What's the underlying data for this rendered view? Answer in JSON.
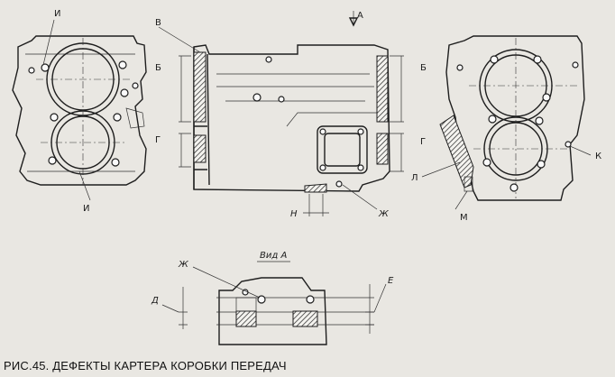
{
  "caption": "РИС.45. ДЕФЕКТЫ КАРТЕРА КОРОБКИ ПЕРЕДАЧ",
  "labels": {
    "i_top": "И",
    "i_bottom": "И",
    "v": "В",
    "a": "А",
    "b_left": "Б",
    "g_left": "Г",
    "b_right": "Б",
    "g_right": "Г",
    "n": "Н",
    "zh_main": "Ж",
    "l": "Л",
    "m": "М",
    "k": "К",
    "view_a": "Вид А",
    "zh_view": "Ж",
    "d": "Д",
    "e": "Е"
  }
}
